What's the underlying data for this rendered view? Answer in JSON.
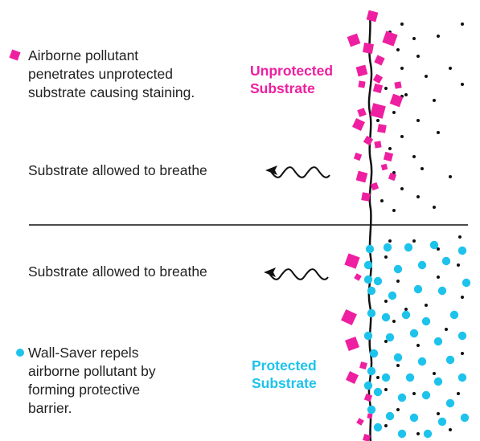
{
  "colors": {
    "pollutant": "#ee1fa0",
    "wall_saver": "#1ec3ec",
    "line": "#111111",
    "text": "#222222"
  },
  "legend": {
    "pollutant_text": [
      "Airborne pollutant",
      "penetrates unprotected",
      "substrate causing staining."
    ],
    "wall_saver_text": [
      "Wall-Saver repels",
      "airborne pollutant by",
      "forming protective",
      "barrier."
    ]
  },
  "top": {
    "label": [
      "Unprotected",
      "Substrate"
    ],
    "breathe": "Substrate allowed to breathe"
  },
  "bottom": {
    "label": [
      "Protected",
      "Substrate"
    ],
    "breathe": "Substrate allowed to breathe"
  },
  "icons": [
    "pollutant-square-icon",
    "wall-saver-dot-icon",
    "wavy-arrow-icon"
  ]
}
